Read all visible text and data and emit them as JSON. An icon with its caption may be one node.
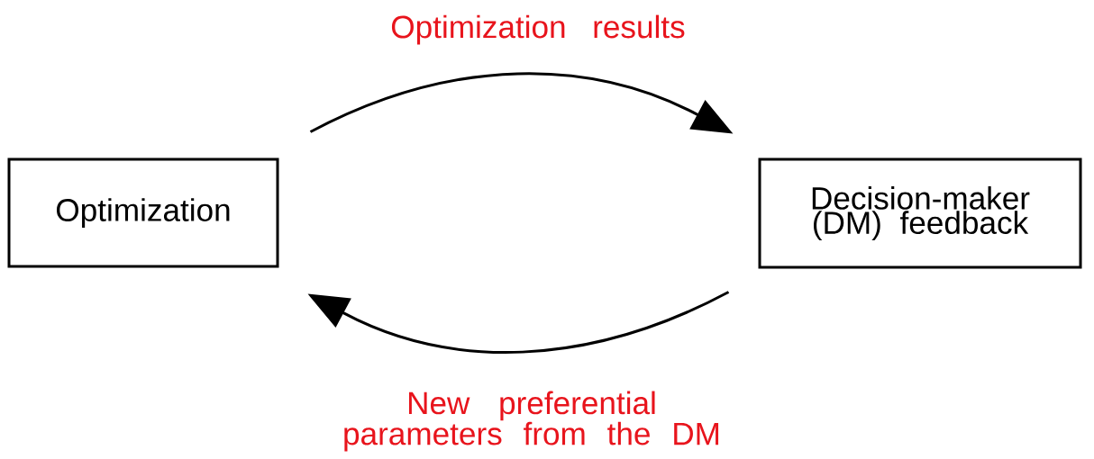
{
  "diagram": {
    "nodes": [
      {
        "text": [
          "Optimization"
        ]
      },
      {
        "text": [
          "Decision-maker (DM) feedback"
        ]
      }
    ],
    "edges": [
      {
        "from": 0,
        "to": 1,
        "arrow": "to",
        "label": "Optimization results"
      },
      {
        "from": 1,
        "to": 0,
        "arrow": "to",
        "label": "New preferential parameters from the DM"
      }
    ]
  }
}
